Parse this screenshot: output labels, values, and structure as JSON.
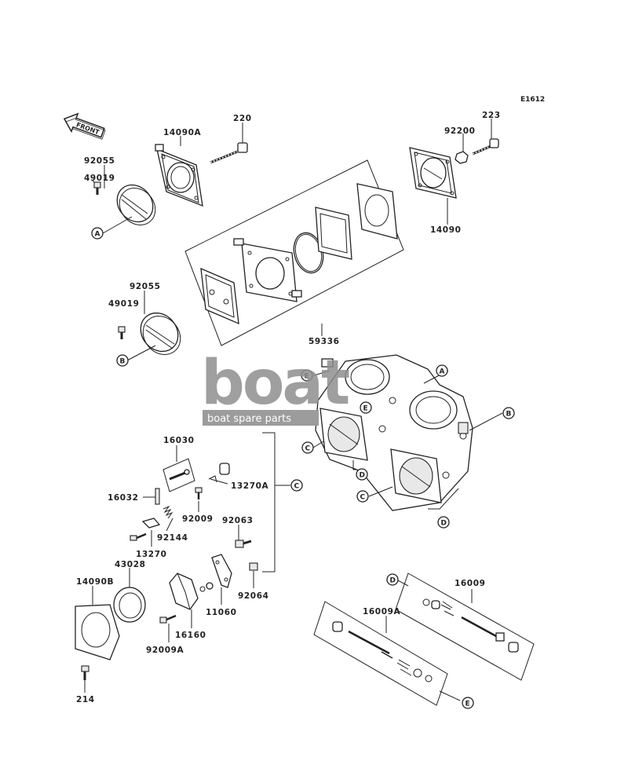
{
  "diagram_code": "E1612",
  "front_label": "FRONT",
  "watermark": {
    "brand": "boat",
    "tagline": "boat spare parts"
  },
  "parts": [
    "14090A",
    "220",
    "92055",
    "49019",
    "92200",
    "223",
    "14090",
    "59336",
    "92055",
    "49019",
    "16030",
    "13270A",
    "16032",
    "92009",
    "92063",
    "92144",
    "13270",
    "43028",
    "14090B",
    "92064",
    "11060",
    "16160",
    "92009A",
    "214",
    "16009",
    "16009A"
  ],
  "callouts": [
    "A",
    "B",
    "C",
    "D",
    "E"
  ]
}
